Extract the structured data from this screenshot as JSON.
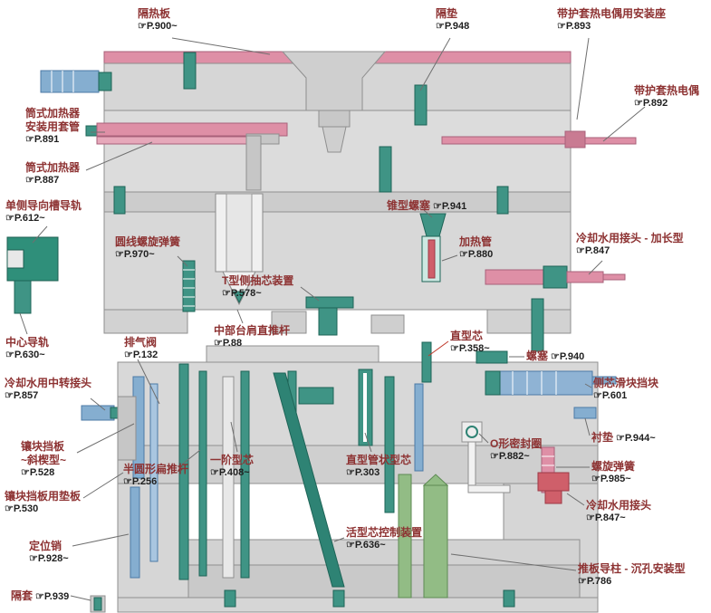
{
  "diagram": {
    "description": "注塑模具组件断面图（带零件标注与目录页码）",
    "ref_pointer": "☞"
  },
  "colors": {
    "part_name_text": "#8d3232",
    "page_ref_text": "#1f1f1f",
    "heater_pink": "#de8fa6",
    "core_teal": "#3f9485",
    "water_blue": "#85aed0",
    "pillar_green": "#92bc85",
    "plate_gray": "#d6d6d6",
    "highlight_red": "#cf5f6a"
  },
  "labels": [
    {
      "part": "insulation-plate",
      "name": "隔热板",
      "ref": "☞P.900~"
    },
    {
      "part": "spacer-pad",
      "name": "隔垫",
      "ref": "☞P.948"
    },
    {
      "part": "sheathed-thermocouple-mount",
      "name": "带护套热电偶用安装座",
      "ref": "☞P.893"
    },
    {
      "part": "sheathed-thermocouple",
      "name": "带护套热电偶",
      "ref": "☞P.892"
    },
    {
      "part": "cartridge-heater-sleeve",
      "name": "筒式加热器\n安装用套管",
      "ref": "☞P.891"
    },
    {
      "part": "cartridge-heater",
      "name": "筒式加热器",
      "ref": "☞P.887"
    },
    {
      "part": "single-side-guide-rail",
      "name": "单侧导向槽导轨",
      "ref": "☞P.612~"
    },
    {
      "part": "taper-screw-plug",
      "name": "锥型螺塞",
      "ref": "☞P.941"
    },
    {
      "part": "heating-pipe",
      "name": "加热管",
      "ref": "☞P.880"
    },
    {
      "part": "cooling-water-joint-extended",
      "name": "冷却水用接头 - 加长型",
      "ref": "☞P.847"
    },
    {
      "part": "round-wire-coil-spring",
      "name": "圆线螺旋弹簧",
      "ref": "☞P.970~"
    },
    {
      "part": "t-type-side-core-unit",
      "name": "T型侧抽芯装置",
      "ref": "☞P.578~"
    },
    {
      "part": "center-guide-rail",
      "name": "中心导轨",
      "ref": "☞P.630~"
    },
    {
      "part": "air-vent-valve",
      "name": "排气阀",
      "ref": "☞P.132"
    },
    {
      "part": "mid-shoulder-straight-ejector-pin",
      "name": "中部台肩直推杆",
      "ref": "☞P.88"
    },
    {
      "part": "straight-core",
      "name": "直型芯",
      "ref": "☞P.358~"
    },
    {
      "part": "screw-plug",
      "name": "螺塞",
      "ref": "☞P.940"
    },
    {
      "part": "side-core-slide-stop",
      "name": "侧芯滑块挡块",
      "ref": "☞P.601"
    },
    {
      "part": "cooling-water-transfer-joint",
      "name": "冷却水用中转接头",
      "ref": "☞P.857"
    },
    {
      "part": "liner-pad",
      "name": "衬垫",
      "ref": "☞P.944~"
    },
    {
      "part": "o-ring-seal",
      "name": "O形密封圈",
      "ref": "☞P.882~"
    },
    {
      "part": "coil-spring",
      "name": "螺旋弹簧",
      "ref": "☞P.985~"
    },
    {
      "part": "insert-stop-plate-wedge",
      "name": "镶块挡板\n~斜楔型~",
      "ref": "☞P.528"
    },
    {
      "part": "half-round-flat-ejector-pin",
      "name": "半圆形扁推杆",
      "ref": "☞P.256"
    },
    {
      "part": "one-step-core",
      "name": "一阶型芯",
      "ref": "☞P.408~"
    },
    {
      "part": "straight-tubular-core",
      "name": "直型管状型芯",
      "ref": "☞P.303"
    },
    {
      "part": "cooling-water-joint",
      "name": "冷却水用接头",
      "ref": "☞P.847~"
    },
    {
      "part": "insert-stop-plate-backing",
      "name": "镶块挡板用垫板",
      "ref": "☞P.530"
    },
    {
      "part": "loose-core-control-unit",
      "name": "活型芯控制装置",
      "ref": "☞P.636~"
    },
    {
      "part": "dowel-pin",
      "name": "定位销",
      "ref": "☞P.928~"
    },
    {
      "part": "ejector-guide-pillar-counterbore",
      "name": "推板导柱 - 沉孔安装型",
      "ref": "☞P.786"
    },
    {
      "part": "spacer-sleeve",
      "name": "隔套",
      "ref": "☞P.939"
    }
  ]
}
